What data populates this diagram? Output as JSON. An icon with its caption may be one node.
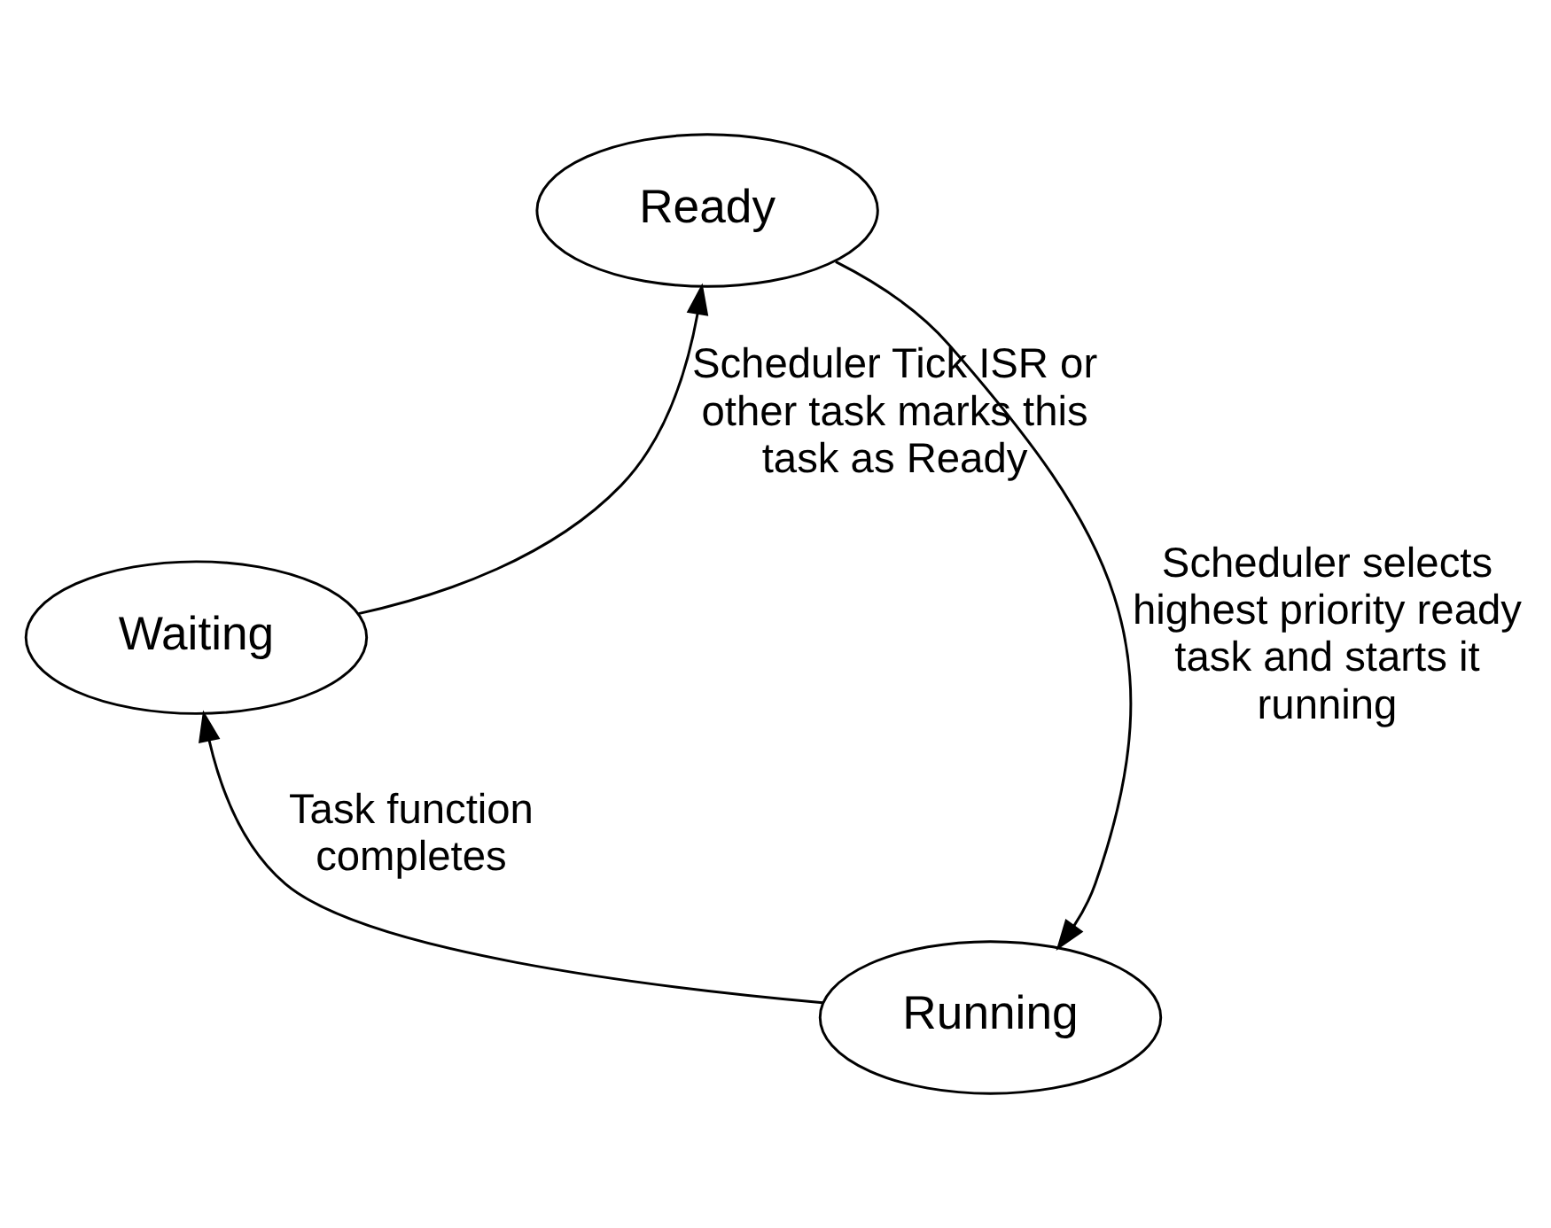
{
  "diagram": {
    "nodes": [
      {
        "text": [
          "Ready"
        ]
      },
      {
        "text": [
          "Waiting"
        ]
      },
      {
        "text": [
          "Running"
        ]
      }
    ],
    "edges": [
      {
        "from": 1,
        "to": 0,
        "arrow": "to",
        "label": "Scheduler Tick ISR or other task marks this task as Ready"
      },
      {
        "from": 0,
        "to": 2,
        "arrow": "to",
        "label": "Scheduler selects highest priority ready task and starts it running"
      },
      {
        "from": 2,
        "to": 1,
        "arrow": "to",
        "label": "Task function completes"
      }
    ]
  }
}
